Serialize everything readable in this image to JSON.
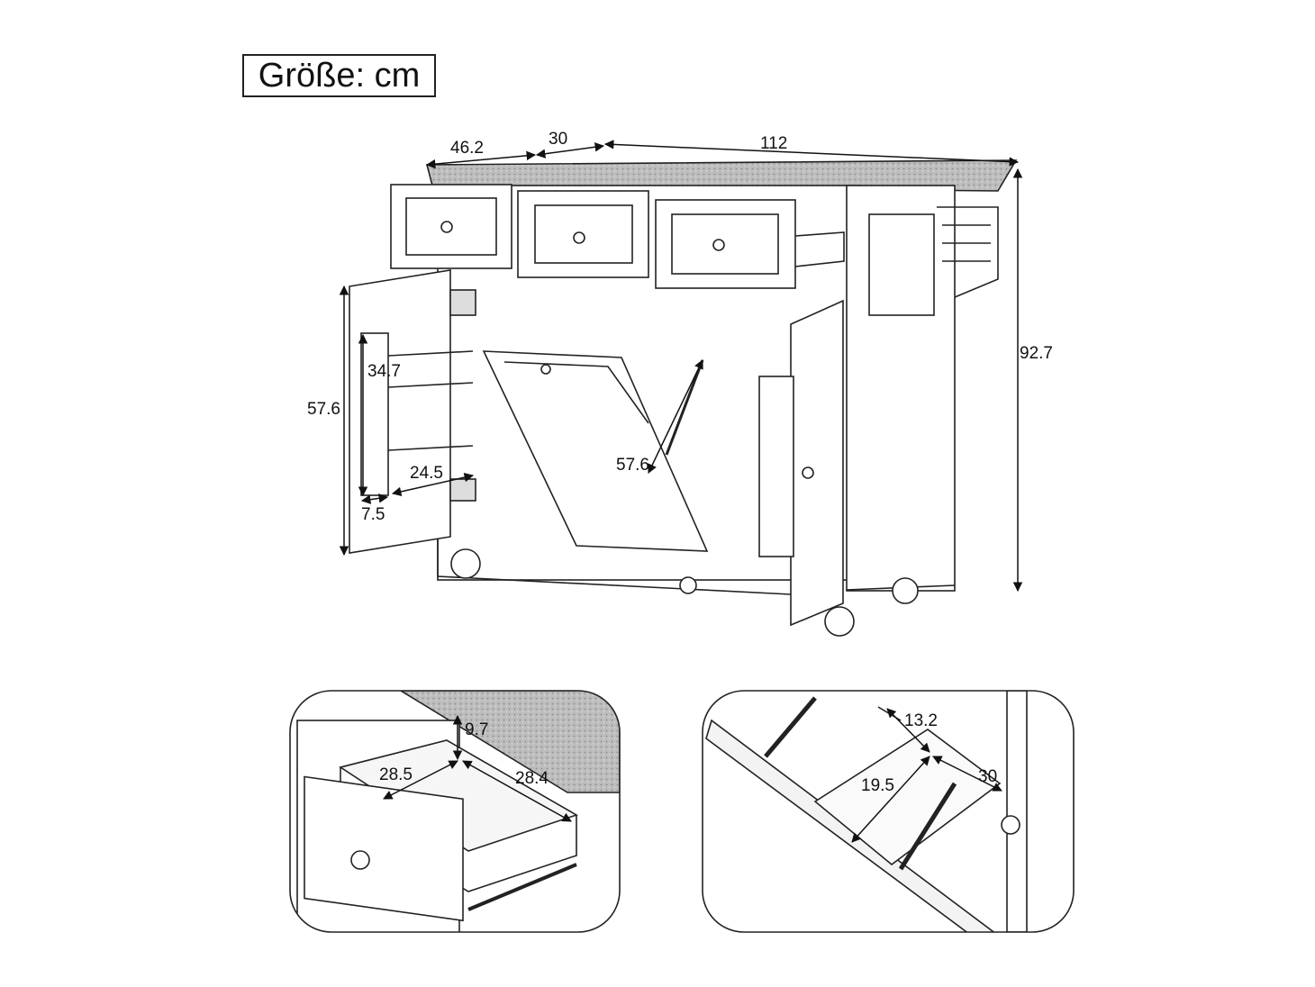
{
  "title": "Größe: cm",
  "main_view": {
    "top_left_extension": "46.2",
    "top_middle_extension": "30",
    "top_width": "112",
    "total_height": "92.7",
    "door_height": "57.6",
    "rack_height": "34.7",
    "rack_width": "24.5",
    "rack_depth": "7.5",
    "bin_height": "57.6"
  },
  "drawer_detail": {
    "height": "9.7",
    "width": "28.5",
    "depth": "28.4"
  },
  "bin_detail": {
    "top": "13.2",
    "width": "19.5",
    "depth": "30"
  }
}
